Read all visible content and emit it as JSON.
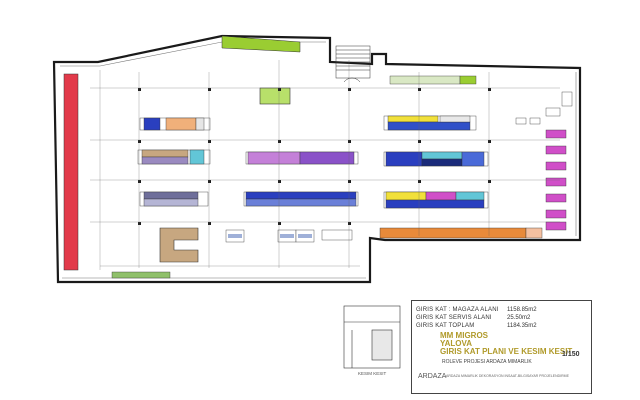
{
  "drawing": {
    "title_line1": "MM MIGROS",
    "title_line2": "YALOVA",
    "title_line3": "GIRIS KAT PLANI VE KESIM KESIT",
    "scale": "1/150",
    "subtitle": "ROLEVE PROJESI  ARDAZA  MIMARLIK",
    "detail_caption": "KESIM KESIT",
    "logo_text": "ARDAZA",
    "fine_print": "ARDAZA MIMARLIK DEKORASYON INSAAT-BILGISAYAR PROJELENDIRME"
  },
  "areas": [
    {
      "label": "GIRIS KAT : MAGAZA ALANI",
      "value": "1158.85m2"
    },
    {
      "label": "GIRIS KAT SERVIS ALANI",
      "value": "25.50m2"
    },
    {
      "label": "GIRIS KAT TOPLAM",
      "value": "1184.35m2"
    }
  ],
  "colors": {
    "wall": "#1a1a1a",
    "dim_line": "#555555",
    "green": "#9acd32",
    "red": "#e23a4a",
    "pink": "#d04fc8",
    "blue": "#2a3fbf",
    "purple": "#8a52c8",
    "yellow": "#f1e03a",
    "orange": "#e88a3a",
    "tan": "#c7a780",
    "cyan": "#62c6d7"
  }
}
